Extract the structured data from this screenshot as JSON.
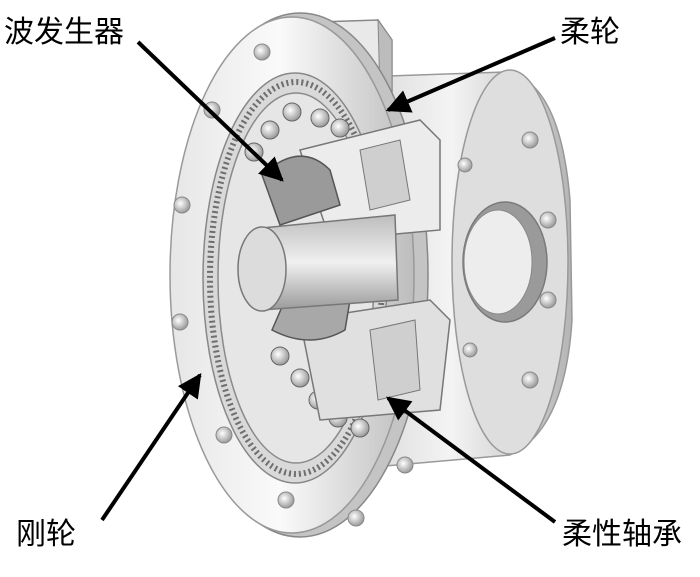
{
  "labels": {
    "wave_generator": "波发生器",
    "flexspline": "柔轮",
    "circular_spline": "刚轮",
    "flexible_bearing": "柔性轴承"
  },
  "colors": {
    "arrow": "#000000",
    "metal_light": "#f2f2f2",
    "metal_mid": "#c8c8c8",
    "metal_dark": "#8a8a8a",
    "shadow": "#5e5e5e"
  }
}
